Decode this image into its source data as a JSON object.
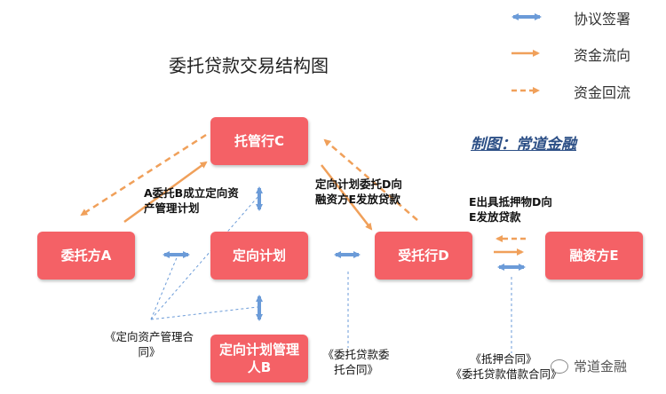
{
  "diagram": {
    "title": "委托贷款交易结构图",
    "credit": "制图：常道金融",
    "watermark": "常道金融",
    "legend": [
      {
        "label": "协议签署",
        "style": "double-arrow",
        "color": "#6b9bd8"
      },
      {
        "label": "资金流向",
        "style": "solid-arrow",
        "color": "#f0a05a"
      },
      {
        "label": "资金回流",
        "style": "dashed-arrow",
        "color": "#f0a05a"
      }
    ],
    "nodes": {
      "custodian": "托管行C",
      "principal": "委托方A",
      "plan": "定向计划",
      "manager": "定向计划管理人B",
      "trustee": "受托行D",
      "borrower": "融资方E"
    },
    "annotations": {
      "a_to_c": "A委托B成立定向资产管理计划",
      "plan_to_d": "定向计划委托D向融资方E发放贷款",
      "e_d": "E出具抵押物D向E发放贷款"
    },
    "contracts": {
      "asset_mgmt": "《定向资产管理合同》",
      "entrust": "《委托贷款委托合同》",
      "mortgage": "《抵押合同》",
      "loan": "《委托贷款借款合同》"
    },
    "colors": {
      "node": "#f46166",
      "orange": "#f0a05a",
      "blue": "#6b9bd8",
      "credit": "#2c4f86"
    }
  }
}
